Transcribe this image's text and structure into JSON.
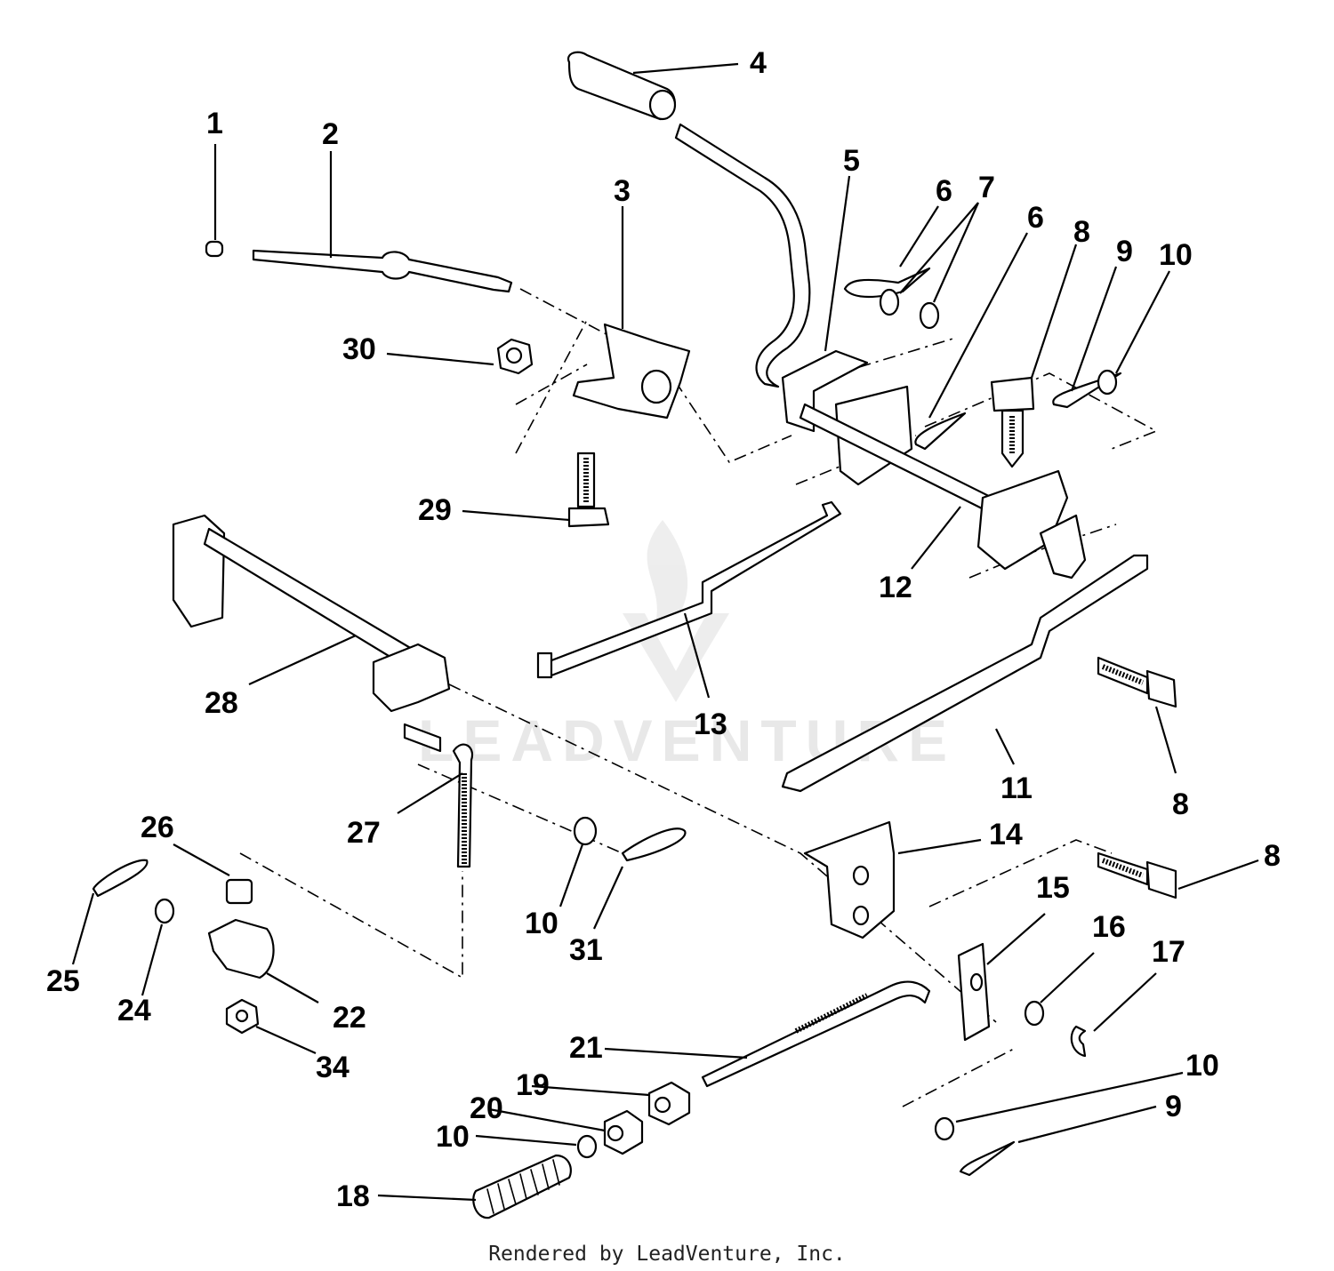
{
  "footer": "Rendered by LeadVenture, Inc.",
  "watermark": "LEADVENTURE",
  "callouts": [
    "1",
    "2",
    "3",
    "4",
    "5",
    "6",
    "7",
    "6",
    "8",
    "9",
    "10",
    "30",
    "29",
    "12",
    "13",
    "28",
    "11",
    "8",
    "27",
    "14",
    "8",
    "26",
    "10",
    "31",
    "25",
    "24",
    "22",
    "15",
    "16",
    "17",
    "34",
    "21",
    "10",
    "19",
    "20",
    "9",
    "10",
    "18"
  ],
  "colors": {
    "line": "#000000",
    "watermark": "#e6e6e6"
  }
}
